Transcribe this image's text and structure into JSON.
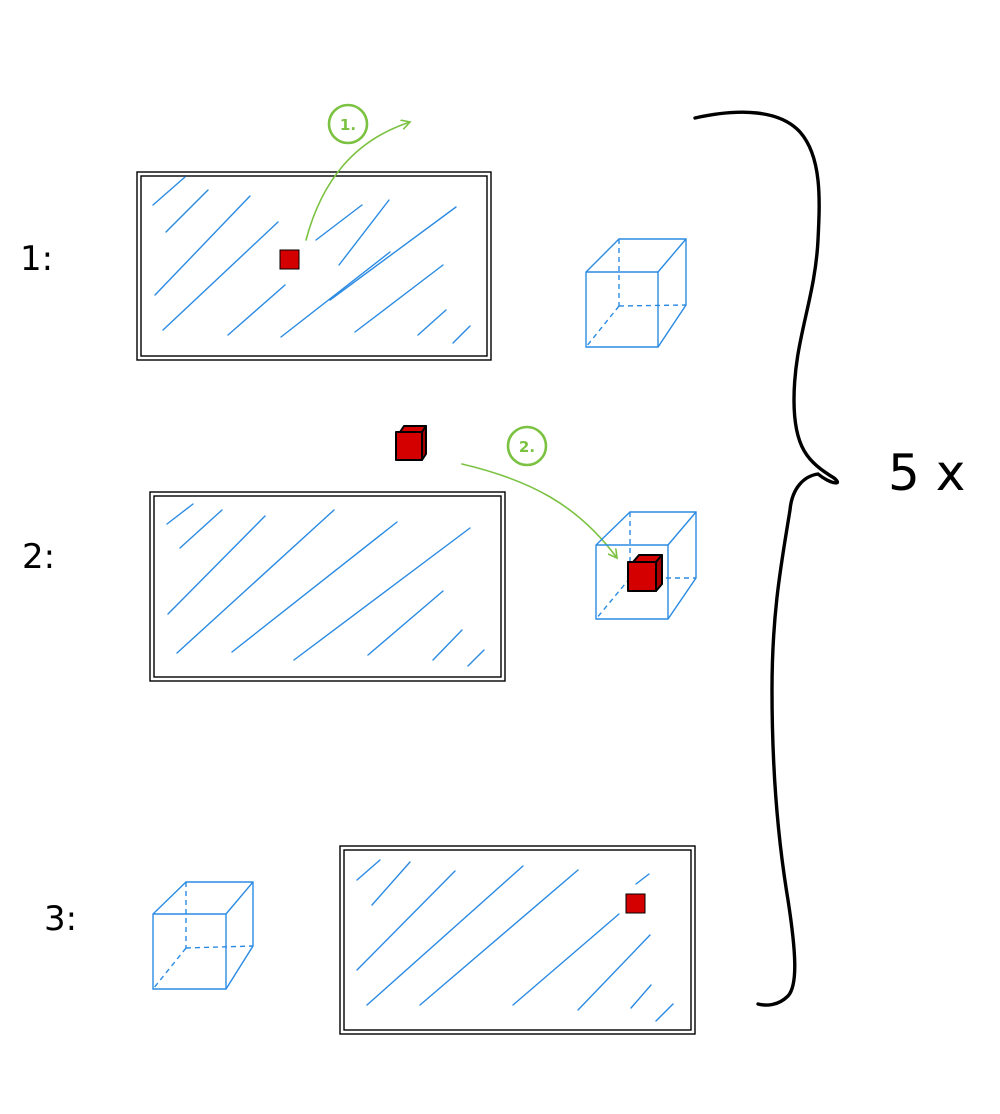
{
  "steps": [
    {
      "label": "1:",
      "badge": "1."
    },
    {
      "label": "2:",
      "badge": "2."
    },
    {
      "label": "3:"
    }
  ],
  "repeat": "5 x",
  "colors": {
    "panel_border": "#000000",
    "hatch": "#2b8be3",
    "target_box": "#2b8be3",
    "arrow": "#7cc242",
    "item": "#d40000"
  }
}
